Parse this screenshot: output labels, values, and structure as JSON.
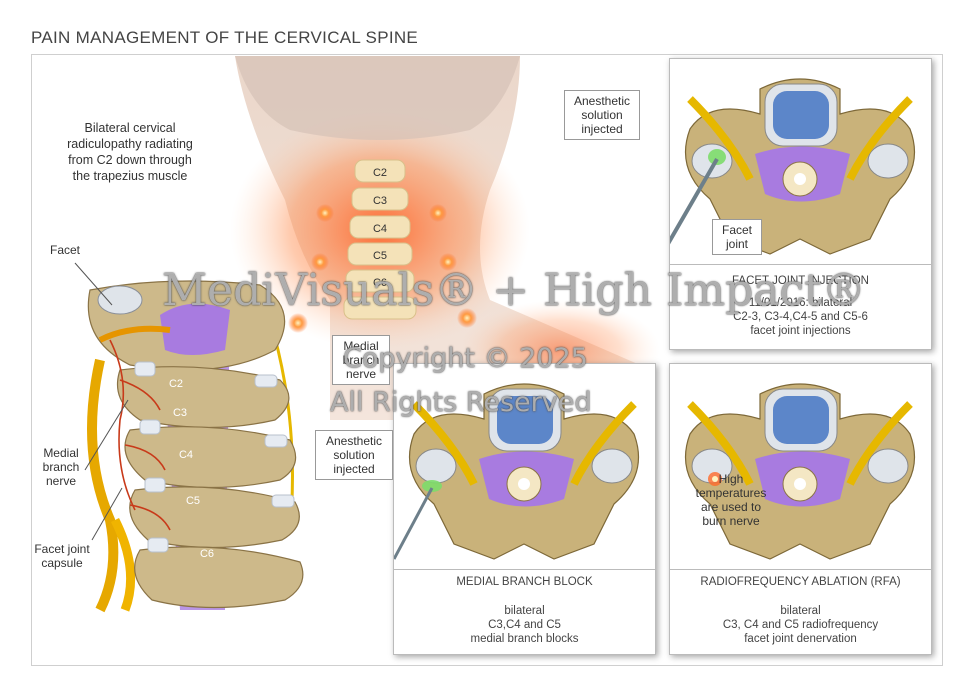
{
  "title": "PAIN MANAGEMENT OF THE CERVICAL SPINE",
  "left_illustration": {
    "description_text": [
      "Bilateral cervical",
      "radiculopathy radiating",
      "from C2 down through",
      "the trapezius muscle"
    ],
    "labels": {
      "facet": "Facet",
      "medial_branch_nerve": [
        "Medial",
        "branch",
        "nerve"
      ],
      "facet_joint_capsule": [
        "Facet joint",
        "capsule"
      ]
    },
    "vertebra_labels_spine": [
      "C2",
      "C3",
      "C4",
      "C5",
      "C6"
    ],
    "vertebra_labels_neck": [
      "C2",
      "C3",
      "C4",
      "C5",
      "C6"
    ]
  },
  "panels": {
    "facet_joint_injection": {
      "callout_injected": [
        "Anesthetic",
        "solution",
        "injected"
      ],
      "callout_facet": [
        "Facet",
        "joint"
      ],
      "heading": "FACET JOINT INJECTION",
      "details": [
        "11/01/2016: bilateral",
        "C2-3, C3-4,C4-5 and C5-6",
        "facet joint injections"
      ]
    },
    "medial_branch_block": {
      "callout_nerve": [
        "Medial",
        "branch",
        "nerve"
      ],
      "callout_injected": [
        "Anesthetic",
        "solution",
        "injected"
      ],
      "heading": "MEDIAL BRANCH BLOCK",
      "details": [
        "bilateral",
        "C3,C4 and C5",
        "medial branch blocks"
      ]
    },
    "radiofrequency_ablation": {
      "callout_temp": [
        "High",
        "temperatures",
        "are used to",
        "burn nerve"
      ],
      "heading": "RADIOFREQUENCY ABLATION (RFA)",
      "details": [
        "bilateral",
        "C3, C4 and C5 radiofrequency",
        "facet joint denervation"
      ]
    }
  },
  "watermark": {
    "line1": "MediVisuals® + High Impact®",
    "line2": "Copyright © 2025",
    "line3": "All Rights Reserved"
  },
  "colors": {
    "bone": "#c9b27a",
    "disc": "#5c86c9",
    "nerve": "#e6b800",
    "ligament": "#9b6fd0",
    "inflammation": "#ff6a2a",
    "injection": "#7ddc6a"
  }
}
